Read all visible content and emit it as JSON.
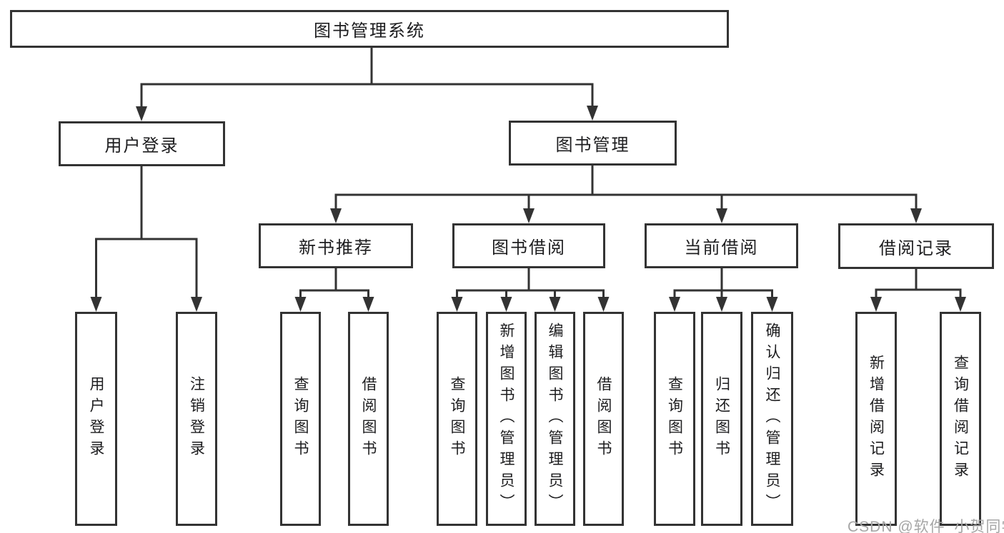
{
  "diagram": {
    "root": {
      "label": "图书管理系统"
    },
    "level2": {
      "user_login": "用户登录",
      "book_management": "图书管理"
    },
    "level3": {
      "new_book_recommend": "新书推荐",
      "book_borrow": "图书借阅",
      "current_borrow": "当前借阅",
      "borrow_records": "借阅记录"
    },
    "leaves": {
      "user_login_children": [
        "用户登录",
        "注销登录"
      ],
      "new_book_children": [
        "查询图书",
        "借阅图书"
      ],
      "book_borrow_children": [
        "查询图书",
        "新增图书（管理员）",
        "编辑图书（管理员）",
        "借阅图书"
      ],
      "current_borrow_children": [
        "查询图书",
        "归还图书",
        "确认归还（管理员）"
      ],
      "borrow_records_children": [
        "新增借阅记录",
        "查询借阅记录"
      ]
    }
  },
  "watermark": "CSDN @软件_小贺同学",
  "colors": {
    "line": "#333333",
    "text": "#1d1d1f",
    "watermark": "#a6a6a6",
    "background": "#ffffff"
  }
}
